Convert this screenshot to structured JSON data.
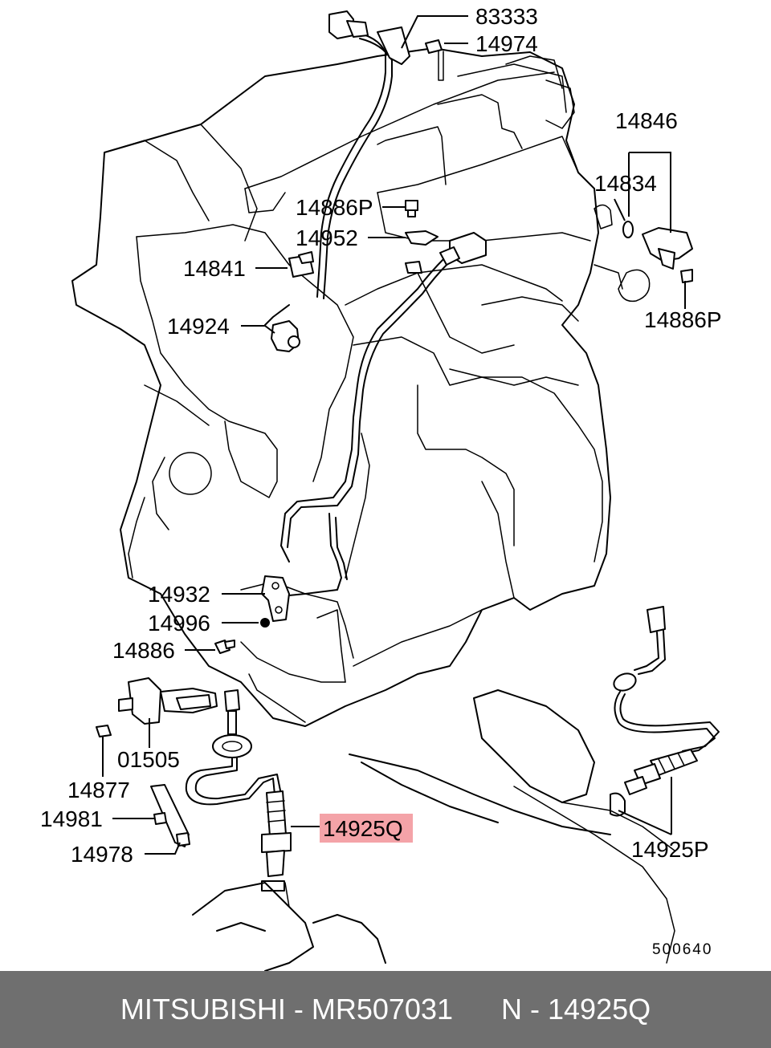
{
  "labels": {
    "l83333": "83333",
    "l14974": "14974",
    "l14846": "14846",
    "l14834": "14834",
    "l14886P_a": "14886P",
    "l14952": "14952",
    "l14841": "14841",
    "l14924": "14924",
    "l14886P_b": "14886P",
    "l14932": "14932",
    "l14996": "14996",
    "l14886": "14886",
    "l01505": "01505",
    "l14877": "14877",
    "l14981": "14981",
    "l14978": "14978",
    "l14925Q": "14925Q",
    "l14925P": "14925P"
  },
  "diagram_ref": "500640",
  "highlight_color": "#f4a3a8",
  "footer": {
    "brand": "MITSUBISHI",
    "sep1": " - ",
    "part_number": "MR507031",
    "gap": "      ",
    "position": "N - 14925Q"
  }
}
